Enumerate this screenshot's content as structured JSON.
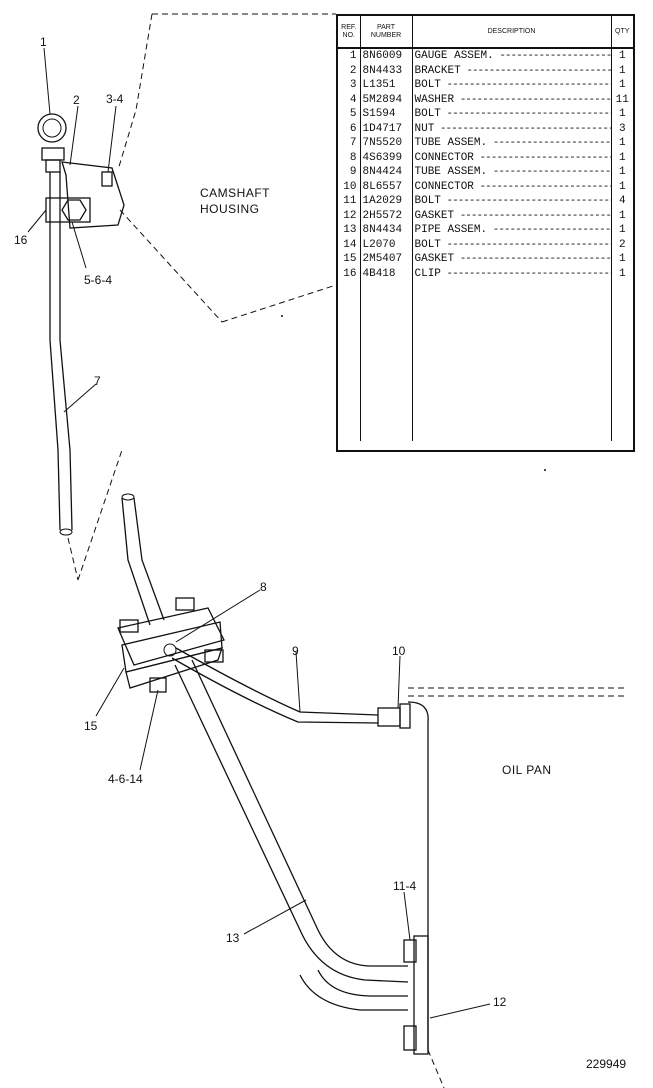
{
  "drawing_number": "229949",
  "notes": {
    "camshaft_line1": "CAMSHAFT",
    "camshaft_line2": "HOUSING",
    "oil_pan": "OIL PAN"
  },
  "callouts": {
    "c1": "1",
    "c2": "2",
    "c3_4": "3-4",
    "c16": "16",
    "c5_6_4": "5-6-4",
    "c7": "7",
    "c8": "8",
    "c9": "9",
    "c10": "10",
    "c15": "15",
    "c4_6_14": "4-6-14",
    "c11_4": "11-4",
    "c13": "13",
    "c12": "12"
  },
  "table": {
    "headers": {
      "ref_line1": "REF.",
      "ref_line2": "NO.",
      "part_line1": "PART",
      "part_line2": "NUMBER",
      "description": "DESCRIPTION",
      "qty": "QTY"
    },
    "rows": [
      {
        "ref": "1",
        "part": "8N6009",
        "desc": "GAUGE ASSEM.",
        "qty": "1"
      },
      {
        "ref": "2",
        "part": "8N4433",
        "desc": "BRACKET",
        "qty": "1"
      },
      {
        "ref": "3",
        "part": "L1351",
        "desc": "BOLT",
        "qty": "1"
      },
      {
        "ref": "4",
        "part": "5M2894",
        "desc": "WASHER",
        "qty": "11"
      },
      {
        "ref": "5",
        "part": "S1594",
        "desc": "BOLT",
        "qty": "1"
      },
      {
        "ref": "6",
        "part": "1D4717",
        "desc": "NUT",
        "qty": "3"
      },
      {
        "ref": "7",
        "part": "7N5520",
        "desc": "TUBE ASSEM.",
        "qty": "1"
      },
      {
        "ref": "8",
        "part": "4S6399",
        "desc": "CONNECTOR",
        "qty": "1"
      },
      {
        "ref": "9",
        "part": "8N4424",
        "desc": "TUBE ASSEM.",
        "qty": "1"
      },
      {
        "ref": "10",
        "part": "8L6557",
        "desc": "CONNECTOR",
        "qty": "1"
      },
      {
        "ref": "11",
        "part": "1A2029",
        "desc": "BOLT",
        "qty": "4"
      },
      {
        "ref": "12",
        "part": "2H5572",
        "desc": "GASKET",
        "qty": "1"
      },
      {
        "ref": "13",
        "part": "8N4434",
        "desc": "PIPE ASSEM.",
        "qty": "1"
      },
      {
        "ref": "14",
        "part": "L2070",
        "desc": "BOLT",
        "qty": "2"
      },
      {
        "ref": "15",
        "part": "2M5407",
        "desc": "GASKET",
        "qty": "1"
      },
      {
        "ref": "16",
        "part": "4B418",
        "desc": "CLIP",
        "qty": "1"
      }
    ]
  }
}
